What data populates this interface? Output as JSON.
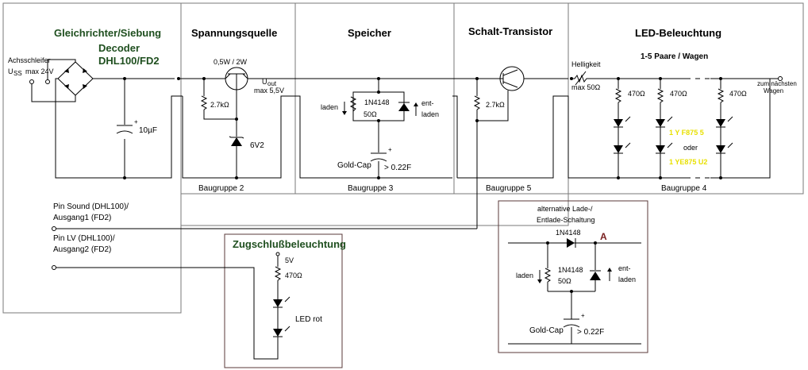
{
  "sections": {
    "rectifier": {
      "title": "Gleichrichter/Siebung",
      "decoder_title": "Decoder",
      "decoder_model": "DHL100/FD2"
    },
    "voltage_source": {
      "title": "Spannungsquelle",
      "group": "Baugruppe 2"
    },
    "storage": {
      "title": "Speicher",
      "group": "Baugruppe 3"
    },
    "switch_transistor": {
      "title": "Schalt-Transistor",
      "group": "Baugruppe 5"
    },
    "led_lighting": {
      "title": "LED-Beleuchtung",
      "subtitle": "1-5 Paare / Wagen",
      "group": "Baugruppe 4"
    },
    "tail_light": {
      "title": "Zugschlußbeleuchtung"
    },
    "alternative": {
      "title_line1": "alternative Lade-/",
      "title_line2": "Entlade-Schaltung"
    }
  },
  "labels": {
    "axle": "Achsschleifer",
    "uss_main": "U",
    "uss_sub": "SS",
    "uss_max": "max 24V",
    "cap_main": "10µF",
    "transistor_power": "0,5W / 2W",
    "uout_main": "U",
    "uout_sub": "out",
    "uout_max": "max 5,5V",
    "r_27k_a": "2.7kΩ",
    "zener": "6V2",
    "charge": "laden",
    "diode": "1N4148",
    "r_50": "50Ω",
    "discharge_1": "ent-",
    "discharge_2": "laden",
    "goldcap": "Gold-Cap",
    "goldcap_val": "> 0.22F",
    "r_27k_b": "2.7kΩ",
    "brightness": "Helligkeit",
    "brightness_max": "max 50Ω",
    "r_470_1": "470Ω",
    "r_470_2": "470Ω",
    "r_470_3": "470Ω",
    "next_car_1": "zum nächsten",
    "next_car_2": "Wagen",
    "led_type_1": "1 Y F875 5",
    "or": "oder",
    "led_type_2": "1 YE875 U2",
    "pin_sound_1": "Pin Sound (DHL100)/",
    "pin_sound_2": "Ausgang1 (FD2)",
    "pin_lv_1": "Pin LV (DHL100)/",
    "pin_lv_2": "Ausgang2 (FD2)",
    "tail_5v": "5V",
    "tail_470": "470Ω",
    "led_red": "LED rot",
    "alt_diode_top": "1N4148",
    "alt_point": "A",
    "alt_charge": "laden",
    "alt_diode": "1N4148",
    "alt_r50": "50Ω",
    "alt_discharge_1": "ent-",
    "alt_discharge_2": "laden",
    "alt_goldcap": "Gold-Cap",
    "alt_goldcap_val": "> 0.22F"
  }
}
